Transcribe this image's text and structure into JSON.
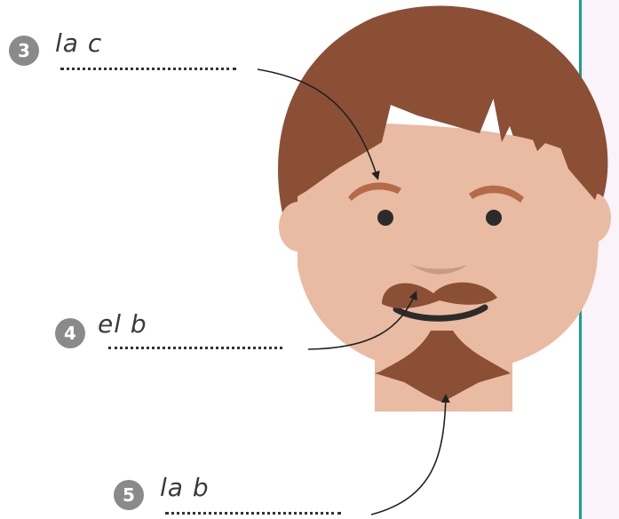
{
  "labels": [
    {
      "number": "3",
      "text": "la c"
    },
    {
      "number": "4",
      "text": "el b"
    },
    {
      "number": "5",
      "text": "la b"
    }
  ],
  "colors": {
    "hair": "#8b4f36",
    "skin": "#e8bba2",
    "beard": "#8b4f36",
    "mustache": "#8b4f36",
    "nose": "#c99a86",
    "badge": "#8a8a8a",
    "panel_border": "#1a9e96"
  },
  "illustration": "cartoon-face-with-mustache-and-goatee"
}
